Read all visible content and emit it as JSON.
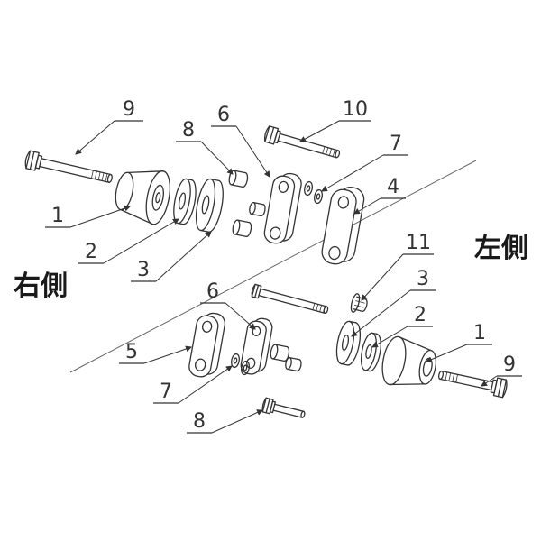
{
  "colors": {
    "ink": "#333333",
    "paper": "#ffffff"
  },
  "section_labels": {
    "right": "右側",
    "left": "左側"
  },
  "callouts": {
    "top": {
      "n1": "1",
      "n2": "2",
      "n3": "3",
      "n4": "4",
      "n6": "6",
      "n7": "7",
      "n8": "8",
      "n9": "9",
      "n10": "10",
      "n11": "11"
    },
    "bottom": {
      "n1": "1",
      "n2": "2",
      "n3": "3",
      "n5": "5",
      "n6": "6",
      "n7": "7",
      "n8": "8",
      "n9": "9"
    }
  }
}
